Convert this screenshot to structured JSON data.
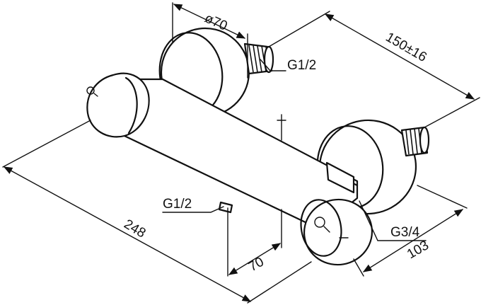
{
  "drawing": {
    "dimensions": {
      "flange_diameter": "ø70",
      "connection_spacing": "150±16",
      "overall_length": "248",
      "outlet_offset": "70",
      "projection_depth": "103"
    },
    "thread_labels": {
      "inlet_top": "G1/2",
      "outlet_bottom": "G1/2",
      "shower_outlet": "G3/4"
    }
  }
}
